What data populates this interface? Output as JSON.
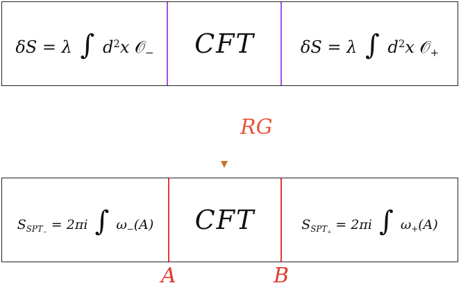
{
  "top_row": {
    "left_eq": {
      "lhs": "δS",
      "eq": "=",
      "coef": "λ",
      "integral": "∫",
      "measure_d": "d",
      "measure_sup": "2",
      "measure_x": "x",
      "op": "𝒪",
      "op_sub": "−"
    },
    "center": "CFT",
    "right_eq": {
      "lhs": "δS",
      "eq": "=",
      "coef": "λ",
      "integral": "∫",
      "measure_d": "d",
      "measure_sup": "2",
      "measure_x": "x",
      "op": "𝒪",
      "op_sub": "+"
    }
  },
  "arrow": {
    "label": "RG"
  },
  "bottom_row": {
    "left_eq": {
      "lhs": "S",
      "lhs_sub": "SPT",
      "lhs_subsub": "−",
      "eq": "=",
      "coef": "2πi",
      "integral": "∫",
      "form": "ω",
      "form_sub": "−",
      "arg": "(A)"
    },
    "center": "CFT",
    "right_eq": {
      "lhs": "S",
      "lhs_sub": "SPT",
      "lhs_subsub": "+",
      "eq": "=",
      "coef": "2πi",
      "integral": "∫",
      "form": "ω",
      "form_sub": "+",
      "arg": "(A)"
    }
  },
  "points": {
    "left": "A",
    "right": "B"
  },
  "colors": {
    "top_dividers": "#a64de8",
    "bottom_dividers": "#e23a2f",
    "arrow": "#d9863a",
    "rg_label": "#e8553a",
    "point_labels": "#e23a2f"
  }
}
